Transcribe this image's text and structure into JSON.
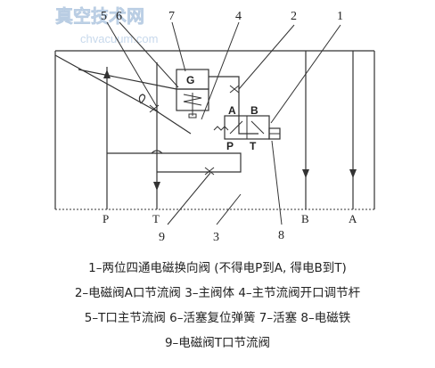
{
  "watermark": {
    "title": "真空技术网",
    "url": "chvacuum.com"
  },
  "callouts": [
    "1",
    "2",
    "3",
    "4",
    "5",
    "6",
    "7",
    "8",
    "9"
  ],
  "ports": {
    "P": "P",
    "T": "T",
    "B": "B",
    "A": "A"
  },
  "valve": {
    "g": "G",
    "a": "A",
    "b": "B",
    "p": "P",
    "t": "T"
  },
  "caption": [
    "1–两位四通电磁换向阀 (不得电P到A, 得电B到T)",
    "2–电磁阀A口节流阀   3–主阀体   4–主节流阀开口调节杆",
    "5–T口主节流阀   6–活塞复位弹簧   7–活塞   8–电磁铁",
    "9–电磁阀T口节流阀"
  ]
}
